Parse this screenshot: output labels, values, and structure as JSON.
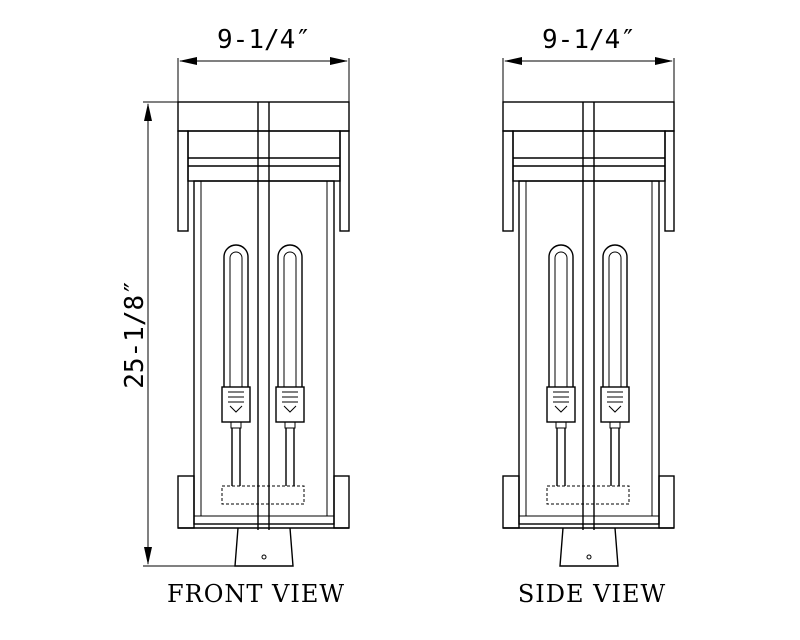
{
  "dimensions": {
    "width_front": "9-1/4″",
    "width_side": "9-1/4″",
    "height": "25-1/8″"
  },
  "views": {
    "front_label": "FRONT VIEW",
    "side_label": "SIDE VIEW"
  },
  "colors": {
    "line": "#000000",
    "background": "#ffffff"
  }
}
